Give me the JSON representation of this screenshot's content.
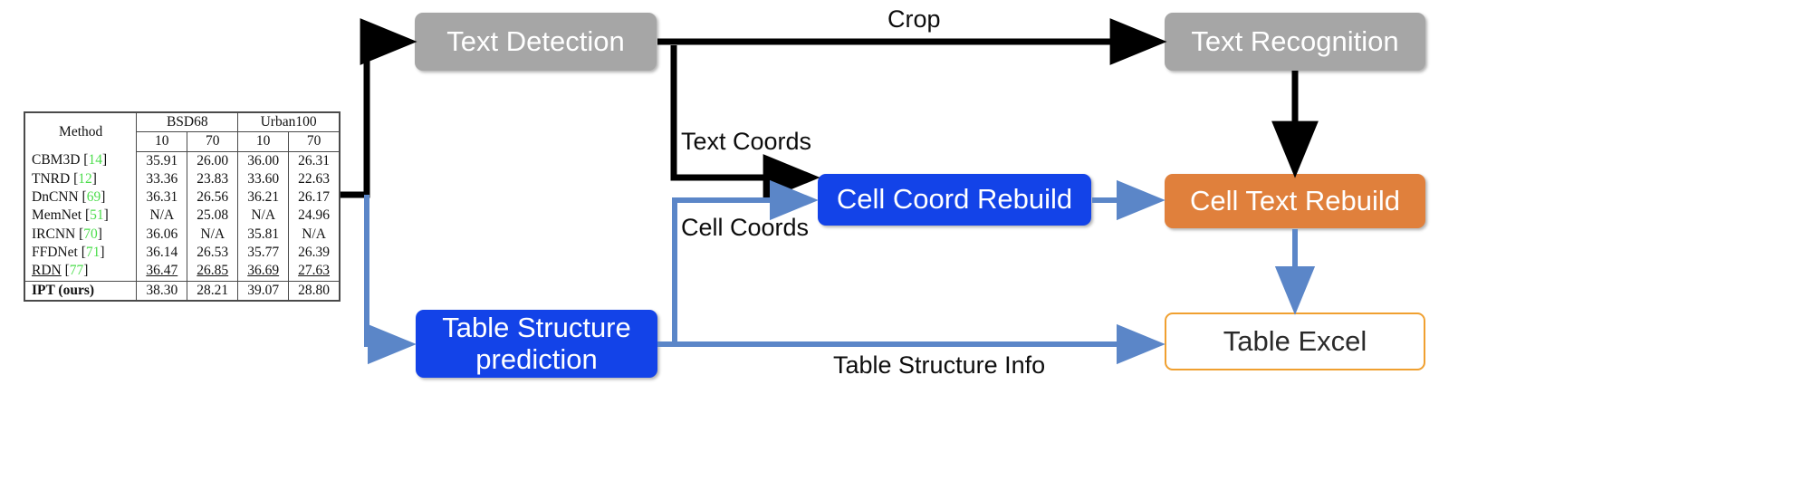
{
  "diagram": {
    "title": "Table recognition pipeline",
    "colors": {
      "gray_box": "#a6a6a6",
      "blue_box": "#1343e8",
      "orange_box": "#e0803c",
      "outline_box_border": "#f0a030",
      "black_arrow": "#000000",
      "blue_arrow": "#5b86c8",
      "reference_green": "#4cdd4c"
    },
    "nodes": {
      "text_detection": "Text Detection",
      "text_recognition": "Text Recognition",
      "cell_coord_rebuild": "Cell Coord Rebuild",
      "cell_text_rebuild": "Cell Text Rebuild",
      "table_structure_prediction_line1": "Table Structure",
      "table_structure_prediction_line2": "prediction",
      "table_excel": "Table Excel"
    },
    "edge_labels": {
      "crop": "Crop",
      "text_coords": "Text Coords",
      "cell_coords": "Cell Coords",
      "table_structure_info": "Table Structure Info"
    }
  },
  "table_image": {
    "column_groups": [
      {
        "label": "Method",
        "sub": []
      },
      {
        "label": "BSD68",
        "sub": [
          "10",
          "70"
        ]
      },
      {
        "label": "Urban100",
        "sub": [
          "10",
          "70"
        ]
      }
    ],
    "rows": [
      {
        "method": "CBM3D",
        "ref": "14",
        "values": [
          "35.91",
          "26.00",
          "36.00",
          "26.31"
        ],
        "style": "normal"
      },
      {
        "method": "TNRD",
        "ref": "12",
        "values": [
          "33.36",
          "23.83",
          "33.60",
          "22.63"
        ],
        "style": "normal"
      },
      {
        "method": "DnCNN",
        "ref": "69",
        "values": [
          "36.31",
          "26.56",
          "36.21",
          "26.17"
        ],
        "style": "normal"
      },
      {
        "method": "MemNet",
        "ref": "51",
        "values": [
          "N/A",
          "25.08",
          "N/A",
          "24.96"
        ],
        "style": "normal"
      },
      {
        "method": "IRCNN",
        "ref": "70",
        "values": [
          "36.06",
          "N/A",
          "35.81",
          "N/A"
        ],
        "style": "normal"
      },
      {
        "method": "FFDNet",
        "ref": "71",
        "values": [
          "36.14",
          "26.53",
          "35.77",
          "26.39"
        ],
        "style": "normal"
      },
      {
        "method": "RDN",
        "ref": "77",
        "values": [
          "36.47",
          "26.85",
          "36.69",
          "27.63"
        ],
        "style": "underline"
      },
      {
        "method": "IPT (ours)",
        "ref": "",
        "values": [
          "38.30",
          "28.21",
          "39.07",
          "28.80"
        ],
        "style": "bold"
      }
    ]
  }
}
